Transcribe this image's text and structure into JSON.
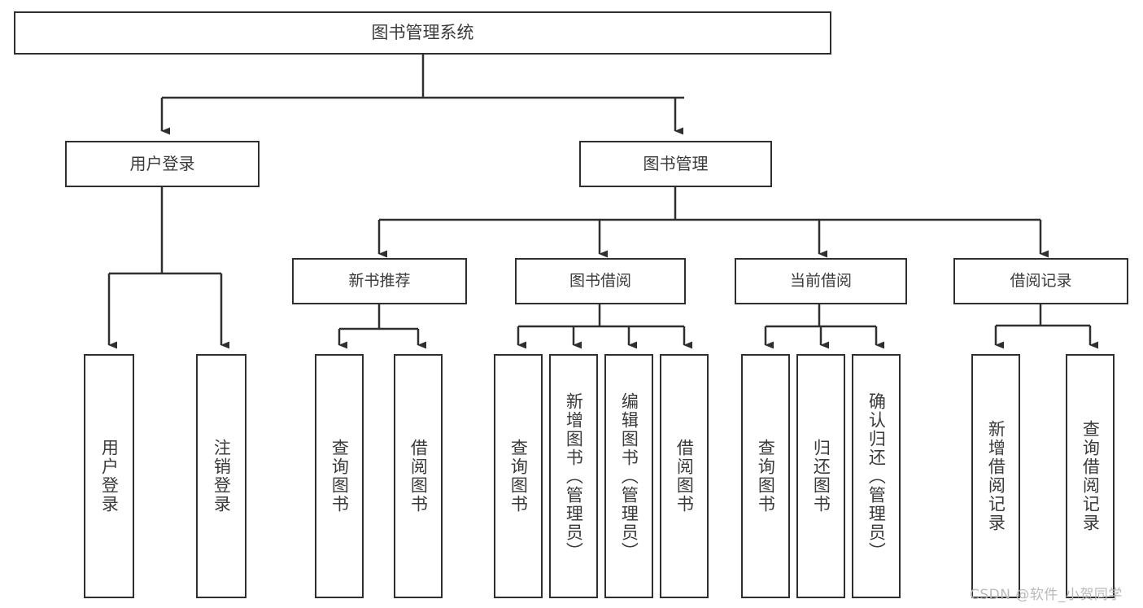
{
  "diagram": {
    "type": "tree-hierarchy",
    "title": "图书管理系统",
    "watermark": "CSDN @软件_小贺同学",
    "colors": {
      "background": "#ffffff",
      "box_border": "#2f2f2f",
      "box_fill": "#ffffff",
      "text": "#3a3a3a",
      "edge": "#2f2f2f",
      "watermark": "#b9b9b9"
    },
    "root": {
      "label": "图书管理系统"
    },
    "level1": [
      {
        "id": "user-login",
        "label": "用户登录"
      },
      {
        "id": "book-management",
        "label": "图书管理"
      }
    ],
    "level2": [
      {
        "id": "new-book-recommend",
        "label": "新书推荐",
        "parent": "book-management"
      },
      {
        "id": "book-borrow",
        "label": "图书借阅",
        "parent": "book-management"
      },
      {
        "id": "current-borrow",
        "label": "当前借阅",
        "parent": "book-management"
      },
      {
        "id": "borrow-record",
        "label": "借阅记录",
        "parent": "book-management"
      }
    ],
    "leaves": [
      {
        "id": "leaf-user-login",
        "label": "用户登录",
        "parent": "user-login"
      },
      {
        "id": "leaf-logout-login",
        "label": "注销登录",
        "parent": "user-login"
      },
      {
        "id": "leaf-query-book-1",
        "label": "查询图书",
        "parent": "new-book-recommend"
      },
      {
        "id": "leaf-borrow-book-1",
        "label": "借阅图书",
        "parent": "new-book-recommend"
      },
      {
        "id": "leaf-query-book-2",
        "label": "查询图书",
        "parent": "book-borrow"
      },
      {
        "id": "leaf-add-book",
        "label": "新增图书（管理员）",
        "parent": "book-borrow"
      },
      {
        "id": "leaf-edit-book",
        "label": "编辑图书（管理员）",
        "parent": "book-borrow"
      },
      {
        "id": "leaf-borrow-book-2",
        "label": "借阅图书",
        "parent": "book-borrow"
      },
      {
        "id": "leaf-query-book-3",
        "label": "查询图书",
        "parent": "current-borrow"
      },
      {
        "id": "leaf-return-book",
        "label": "归还图书",
        "parent": "current-borrow"
      },
      {
        "id": "leaf-confirm-return",
        "label": "确认归还（管理员）",
        "parent": "current-borrow"
      },
      {
        "id": "leaf-add-record",
        "label": "新增借阅记录",
        "parent": "borrow-record"
      },
      {
        "id": "leaf-query-record",
        "label": "查询借阅记录",
        "parent": "borrow-record"
      }
    ]
  }
}
